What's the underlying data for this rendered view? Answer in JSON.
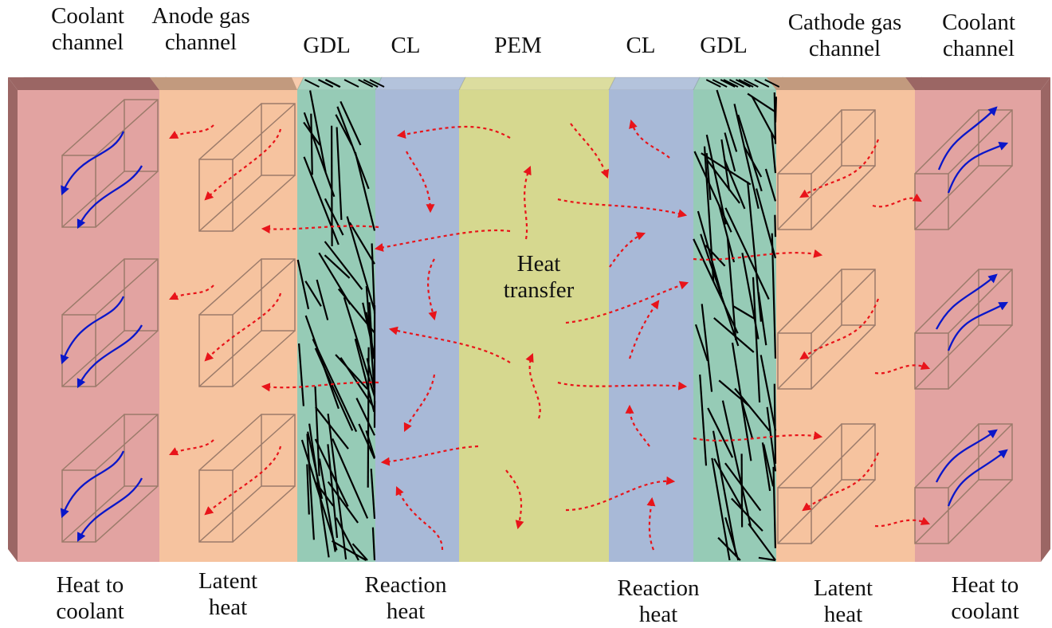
{
  "top_labels": [
    {
      "id": "coolant-left",
      "lines": [
        "Coolant",
        "channel"
      ]
    },
    {
      "id": "anode-gas",
      "lines": [
        "Anode gas",
        "channel"
      ]
    },
    {
      "id": "gdl-left",
      "lines": [
        "GDL"
      ]
    },
    {
      "id": "cl-left",
      "lines": [
        "CL"
      ]
    },
    {
      "id": "pem",
      "lines": [
        "PEM"
      ]
    },
    {
      "id": "cl-right",
      "lines": [
        "CL"
      ]
    },
    {
      "id": "gdl-right",
      "lines": [
        "GDL"
      ]
    },
    {
      "id": "cathode-gas",
      "lines": [
        "Cathode gas",
        "channel"
      ]
    },
    {
      "id": "coolant-right",
      "lines": [
        "Coolant",
        "channel"
      ]
    }
  ],
  "bottom_labels": [
    {
      "id": "heat-to-coolant-left",
      "lines": [
        "Heat to",
        "coolant"
      ]
    },
    {
      "id": "latent-heat-left",
      "lines": [
        "Latent",
        "heat"
      ]
    },
    {
      "id": "reaction-heat-left",
      "lines": [
        "Reaction",
        "heat"
      ]
    },
    {
      "id": "reaction-heat-right",
      "lines": [
        "Reaction",
        "heat"
      ]
    },
    {
      "id": "latent-heat-right",
      "lines": [
        "Latent",
        "heat"
      ]
    },
    {
      "id": "heat-to-coolant-right",
      "lines": [
        "Heat to",
        "coolant"
      ]
    }
  ],
  "center_label": [
    "Heat",
    "transfer"
  ],
  "colors": {
    "coolant": "#e2a3a1",
    "coolant_side": "#9b6664",
    "gas_channel": "#f6c39f",
    "gdl": "#96cbb6",
    "cl": "#a8b9d7",
    "pem": "#d6d88f",
    "heat_arrow": "#e8141a",
    "coolant_arrow": "#0a17c9",
    "channel_edge": "#9b7b6a",
    "fiber": "#000000"
  }
}
